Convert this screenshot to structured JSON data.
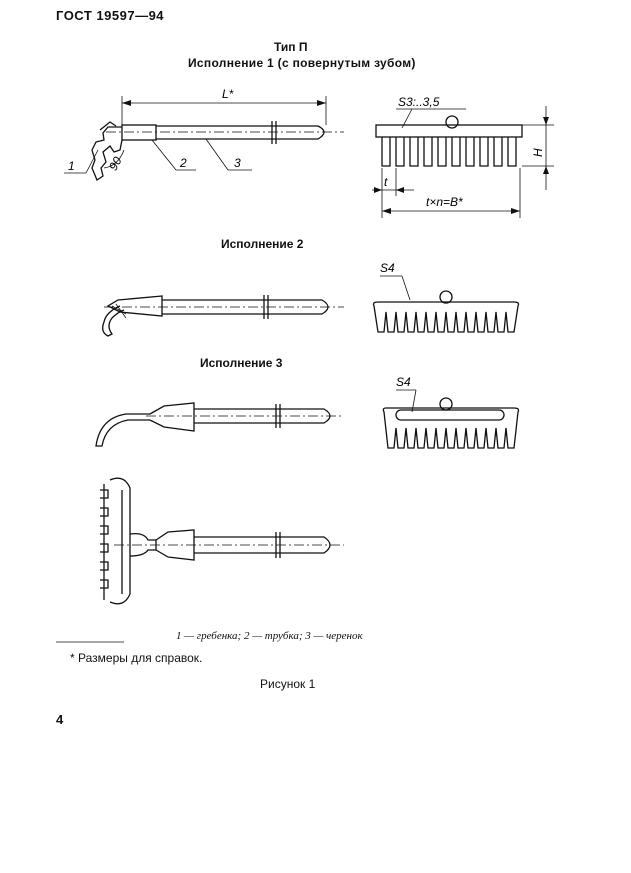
{
  "header": {
    "standard": "ГОСТ 19597—94"
  },
  "type_title": "Тип П",
  "versions": {
    "v1": "Исполнение 1 (с повернутым зубом)",
    "v2": "Исполнение 2",
    "v3": "Исполнение 3"
  },
  "dims": {
    "L": "L*",
    "S3": "S3:..3,5",
    "H": "H",
    "t": "t",
    "B": "t×n=B*",
    "angle": "90",
    "S4a": "S4",
    "S4b": "S4"
  },
  "callouts": [
    "1",
    "2",
    "3"
  ],
  "legend": "1 — гребенка; 2 — трубка; 3 — черенок",
  "footnote": "* Размеры для справок.",
  "figure_caption": "Рисунок 1",
  "page_number": "4"
}
